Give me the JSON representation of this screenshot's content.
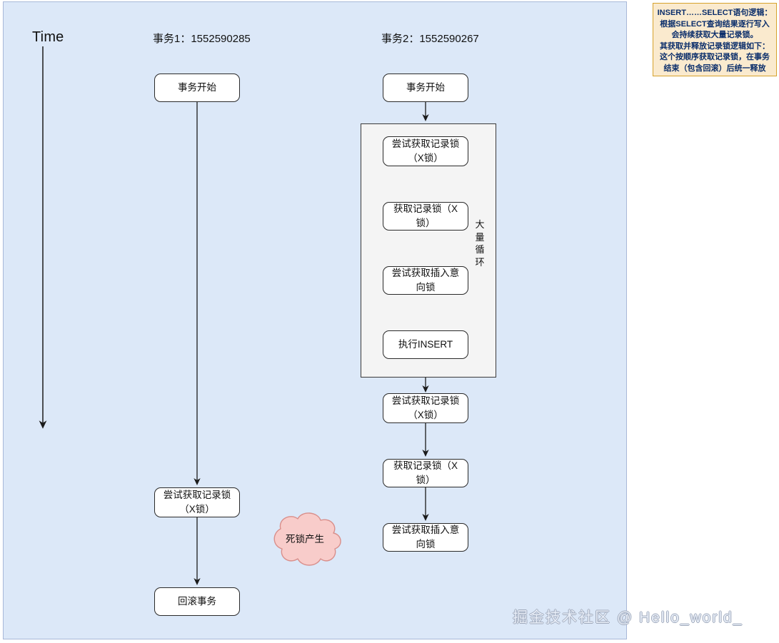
{
  "canvas": {
    "background": "#dce8f8",
    "time_axis_label": "Time"
  },
  "lanes": [
    {
      "id": "tx1",
      "title": "事务1：1552590285"
    },
    {
      "id": "tx2",
      "title": "事务2：1552590267"
    }
  ],
  "tx1_nodes": [
    {
      "id": "tx1-start",
      "label": "事务开始"
    },
    {
      "id": "tx1-try-record-lock",
      "label": "尝试获取记录锁（X锁）"
    },
    {
      "id": "tx1-rollback",
      "label": "回滚事务"
    }
  ],
  "tx2_nodes": [
    {
      "id": "tx2-start",
      "label": "事务开始"
    },
    {
      "id": "tx2-loop-try-record-lock",
      "label": "尝试获取记录锁（X锁）"
    },
    {
      "id": "tx2-loop-get-record-lock",
      "label": "获取记录锁（X锁）"
    },
    {
      "id": "tx2-loop-try-insert-intention",
      "label": "尝试获取插入意向锁"
    },
    {
      "id": "tx2-loop-exec-insert",
      "label": "执行INSERT"
    },
    {
      "id": "tx2-try-record-lock",
      "label": "尝试获取记录锁（X锁）"
    },
    {
      "id": "tx2-get-record-lock",
      "label": "获取记录锁（X锁）"
    },
    {
      "id": "tx2-try-insert-intention",
      "label": "尝试获取插入意向锁"
    }
  ],
  "loop": {
    "label": "大量循环"
  },
  "deadlock": {
    "label": "死锁产生",
    "fill": "#f8ccca",
    "stroke": "#d98f8b"
  },
  "note": {
    "lines": [
      "INSERT……SELECT语句逻辑：",
      "根据SELECT查询结果逐行写入",
      "会持续获取大量记录锁。",
      "其获取并释放记录锁逻辑如下：",
      "这个按顺序获取记录锁，在事务",
      "结束（包含回滚）后统一释放"
    ],
    "background": "#faeace",
    "border_color": "#d6a22c",
    "text_color": "#0b2e6b"
  },
  "watermark": {
    "text": "掘金技术社区 @ Hello_world_"
  }
}
